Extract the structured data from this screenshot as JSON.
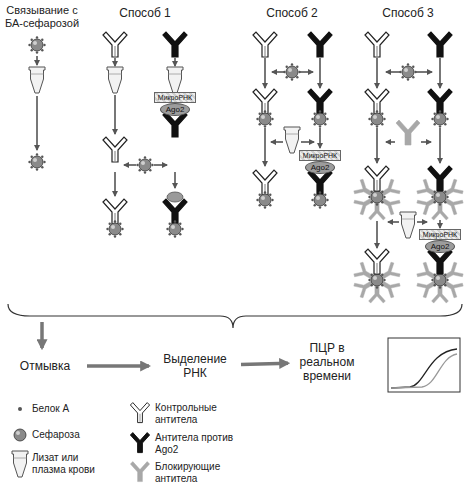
{
  "diagram": {
    "nodes": [
      {
        "text": [
          "МикроРНК",
          "Ago2"
        ]
      },
      {
        "text": [
          "МикроРНК",
          "Ago2"
        ]
      },
      {
        "text": [
          "МикроРНК",
          "Ago2"
        ]
      },
      {
        "text": [
          "Отмывка"
        ]
      },
      {
        "text": [
          "Выделение РНК"
        ]
      },
      {
        "text": [
          "ПЦР в реальном времени"
        ]
      }
    ],
    "edges": [
      {
        "from": 3,
        "to": 4,
        "arrow": "to"
      },
      {
        "from": 4,
        "to": 5,
        "arrow": "to"
      }
    ],
    "labels": [
      "Связывание с БА-сефарозой",
      "Способ 1",
      "Способ 2",
      "Способ 3"
    ],
    "legend": [
      {
        "text": "Белок А"
      },
      {
        "text": "Сефароза"
      },
      {
        "text": "Лизат или плазма крови"
      },
      {
        "text": "Контрольные антитела"
      },
      {
        "text": "Антитела против Ago2"
      },
      {
        "text": "Блокирующие антитела"
      }
    ]
  }
}
